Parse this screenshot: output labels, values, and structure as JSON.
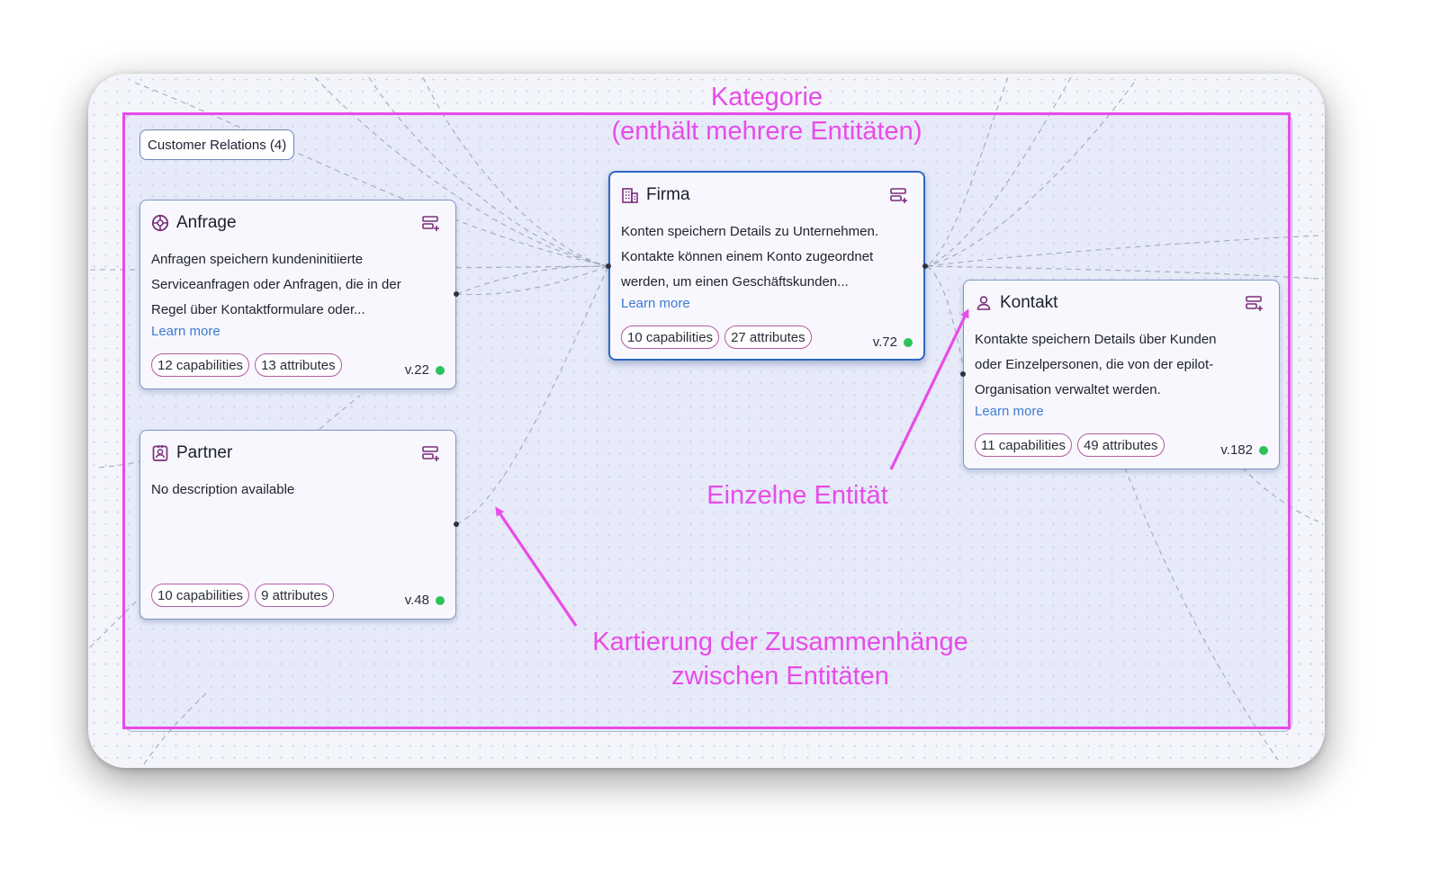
{
  "colors": {
    "annotation": "#e94be8",
    "card_border": "#7f97c6",
    "selected_border": "#2e68c4",
    "link": "#3f7bd0",
    "pill_border": "#b45aa6",
    "status_active": "#2cc35a"
  },
  "category": {
    "label": "Customer Relations (4)"
  },
  "entities": {
    "anfrage": {
      "icon": "globe-icon",
      "title": "Anfrage",
      "description_lines": [
        "Anfragen speichern kundeninitiierte",
        "Serviceanfragen oder Anfragen, die in der",
        "Regel über Kontaktformulare oder..."
      ],
      "learn_more": "Learn more",
      "capabilities": "12 capabilities",
      "attributes": "13 attributes",
      "version": "v.22",
      "status": "active"
    },
    "firma": {
      "icon": "building-icon",
      "title": "Firma",
      "description_lines": [
        "Konten speichern Details zu Unternehmen.",
        "Kontakte können einem Konto zugeordnet",
        "werden, um einen Geschäftskunden..."
      ],
      "learn_more": "Learn more",
      "capabilities": "10 capabilities",
      "attributes": "27 attributes",
      "version": "v.72",
      "status": "active"
    },
    "kontakt": {
      "icon": "person-icon",
      "title": "Kontakt",
      "description_lines": [
        "Kontakte speichern Details über Kunden",
        "oder Einzelpersonen, die von der epilot-",
        "Organisation verwaltet werden."
      ],
      "learn_more": "Learn more",
      "capabilities": "11 capabilities",
      "attributes": "49 attributes",
      "version": "v.182",
      "status": "active"
    },
    "partner": {
      "icon": "id-badge-icon",
      "title": "Partner",
      "description_lines": [
        "No description available"
      ],
      "capabilities": "10 capabilities",
      "attributes": "9 attributes",
      "version": "v.48",
      "status": "active"
    }
  },
  "annotations": {
    "kategorie": [
      "Kategorie",
      "(enthält mehrere Entitäten)"
    ],
    "einzelne": "Einzelne Entität",
    "kartierung": [
      "Kartierung der Zusammenhänge",
      "zwischen Entitäten"
    ]
  }
}
